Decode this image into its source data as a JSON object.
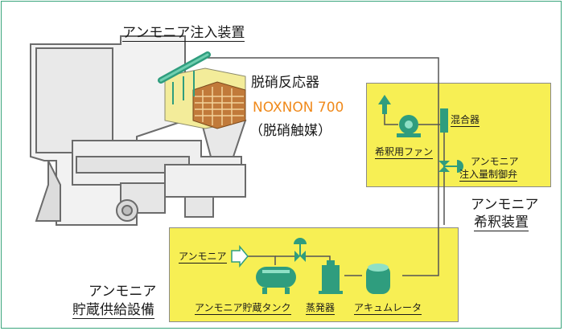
{
  "colors": {
    "border": "#3aa57c",
    "panel": "#f7ef54",
    "equipment": "#2f9d7e",
    "product": "#f08a1c",
    "pipe": "#555555"
  },
  "labels": {
    "injector": "アンモニア注入装置",
    "reactor": "脱硝反応器",
    "product": "NOXNON 700",
    "catalyst": "（脱硝触媒）",
    "mixer": "混合器",
    "fan": "希釈用ファン",
    "valve_line1": "アンモニア",
    "valve_line2": "注入量制御弁",
    "dilution_line1": "アンモニア",
    "dilution_line2": "希釈装置",
    "storage_line1": "アンモニア",
    "storage_line2": "貯蔵供給設備",
    "ammonia_in": "アンモニア",
    "tank": "アンモニア貯蔵タンク",
    "evaporator": "蒸発器",
    "accumulator": "アキュムレータ"
  },
  "icons": [
    "boiler-duct-icon",
    "catalyst-block-icon",
    "injection-pipe-icon",
    "arrow-up-icon",
    "fan-icon",
    "mixer-icon",
    "control-valve-icon",
    "arrow-right-icon",
    "storage-tank-icon",
    "evaporator-icon",
    "accumulator-icon"
  ]
}
